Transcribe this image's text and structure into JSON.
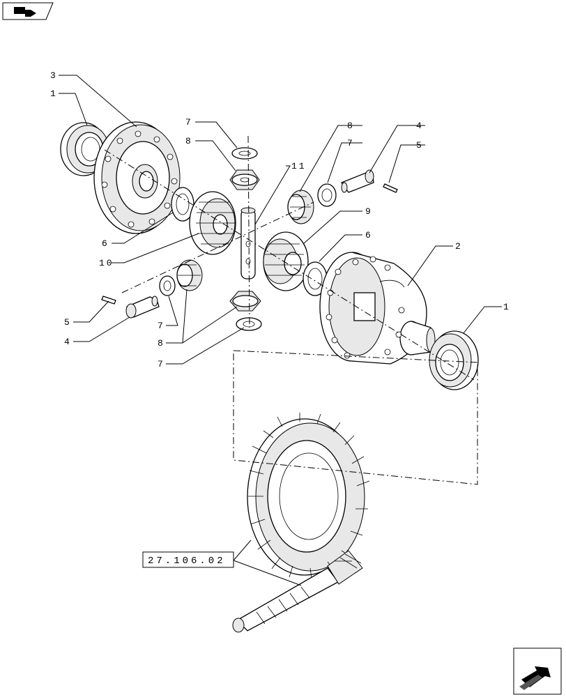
{
  "callouts": {
    "c1a": "1",
    "c1b": "1",
    "c2": "2",
    "c3": "3",
    "c4a": "4",
    "c4b": "4",
    "c5a": "5",
    "c5b": "5",
    "c6a": "6",
    "c6b": "6",
    "c7a": "7",
    "c7b": "7",
    "c7c": "7",
    "c7d": "7",
    "c8a": "8",
    "c8b": "8",
    "c8c": "8",
    "c9": "9",
    "c10": "10",
    "c11": "11"
  },
  "reference": {
    "label": "27.106.02"
  },
  "icons": {
    "top_left": "previous-section-icon",
    "bottom_right": "next-page-icon"
  }
}
